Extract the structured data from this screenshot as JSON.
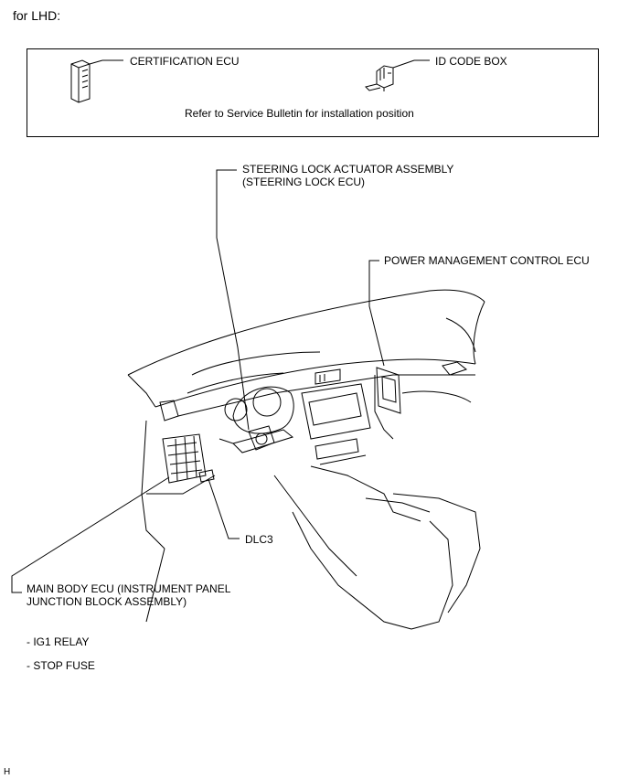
{
  "heading": "for LHD:",
  "box": {
    "certification_ecu": "CERTIFICATION ECU",
    "id_code_box": "ID CODE BOX",
    "note": "Refer to Service Bulletin for installation position"
  },
  "labels": {
    "steering_lock_1": "STEERING LOCK ACTUATOR ASSEMBLY",
    "steering_lock_2": "(STEERING LOCK ECU)",
    "power_mgmt": "POWER MANAGEMENT CONTROL ECU",
    "dlc3": "DLC3",
    "main_body_1": "MAIN BODY ECU (INSTRUMENT PANEL",
    "main_body_2": "JUNCTION BLOCK ASSEMBLY)",
    "ig1_relay": "- IG1 RELAY",
    "stop_fuse": "- STOP FUSE"
  },
  "footer_code": "H"
}
